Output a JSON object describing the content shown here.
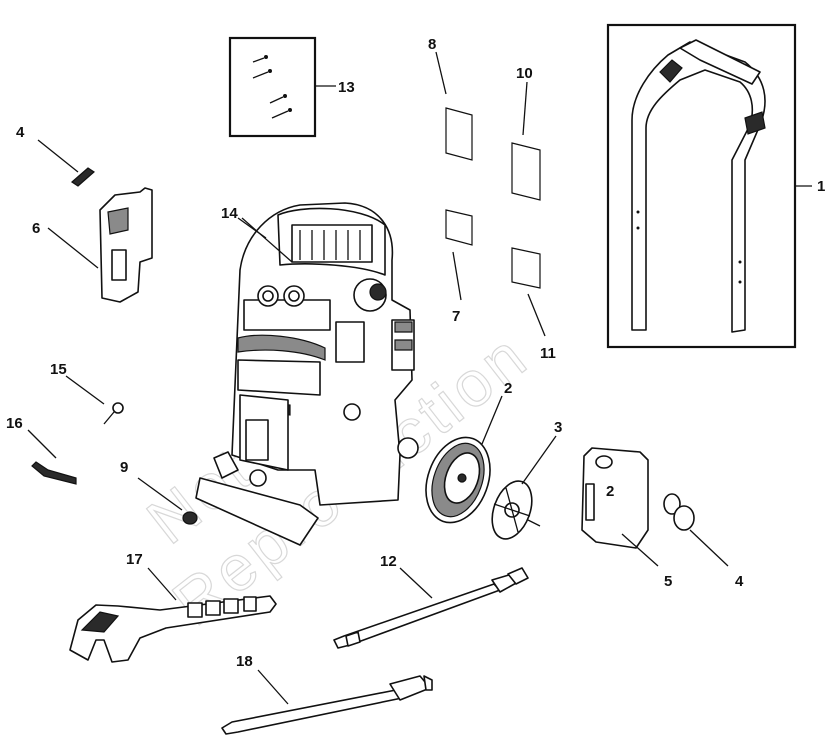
{
  "watermark": {
    "line1": "Not For",
    "line2": "Reproduction"
  },
  "callouts": {
    "c1": "1",
    "c2": "2",
    "c3": "3",
    "c4a": "4",
    "c4b": "4",
    "c5": "5",
    "c6": "6",
    "c7": "7",
    "c8": "8",
    "c9": "9",
    "c10": "10",
    "c11": "11",
    "c12": "12",
    "c13": "13",
    "c14": "14",
    "c15": "15",
    "c16": "16",
    "c17": "17",
    "c18": "18"
  },
  "labels": {
    "tank_number": "2"
  }
}
